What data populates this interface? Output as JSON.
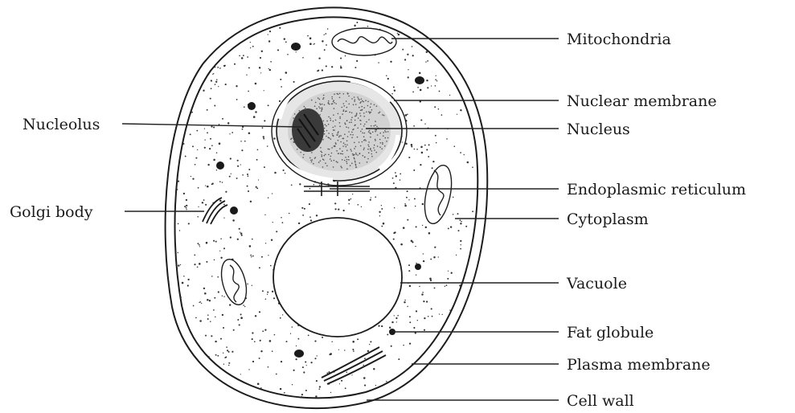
{
  "labels": {
    "mitochondria": "Mitochondria",
    "nuclear_membrane": "Nuclear membrane",
    "nucleus": "Nucleus",
    "endoplasmic_reticulum": "Endoplasmic reticulum",
    "cytoplasm": "Cytoplasm",
    "vacuole": "Vacuole",
    "fat_globule": "Fat globule",
    "plasma_membrane": "Plasma membrane",
    "cell_wall": "Cell wall",
    "nucleolus": "Nucleolus",
    "golgi_body": "Golgi body"
  }
}
